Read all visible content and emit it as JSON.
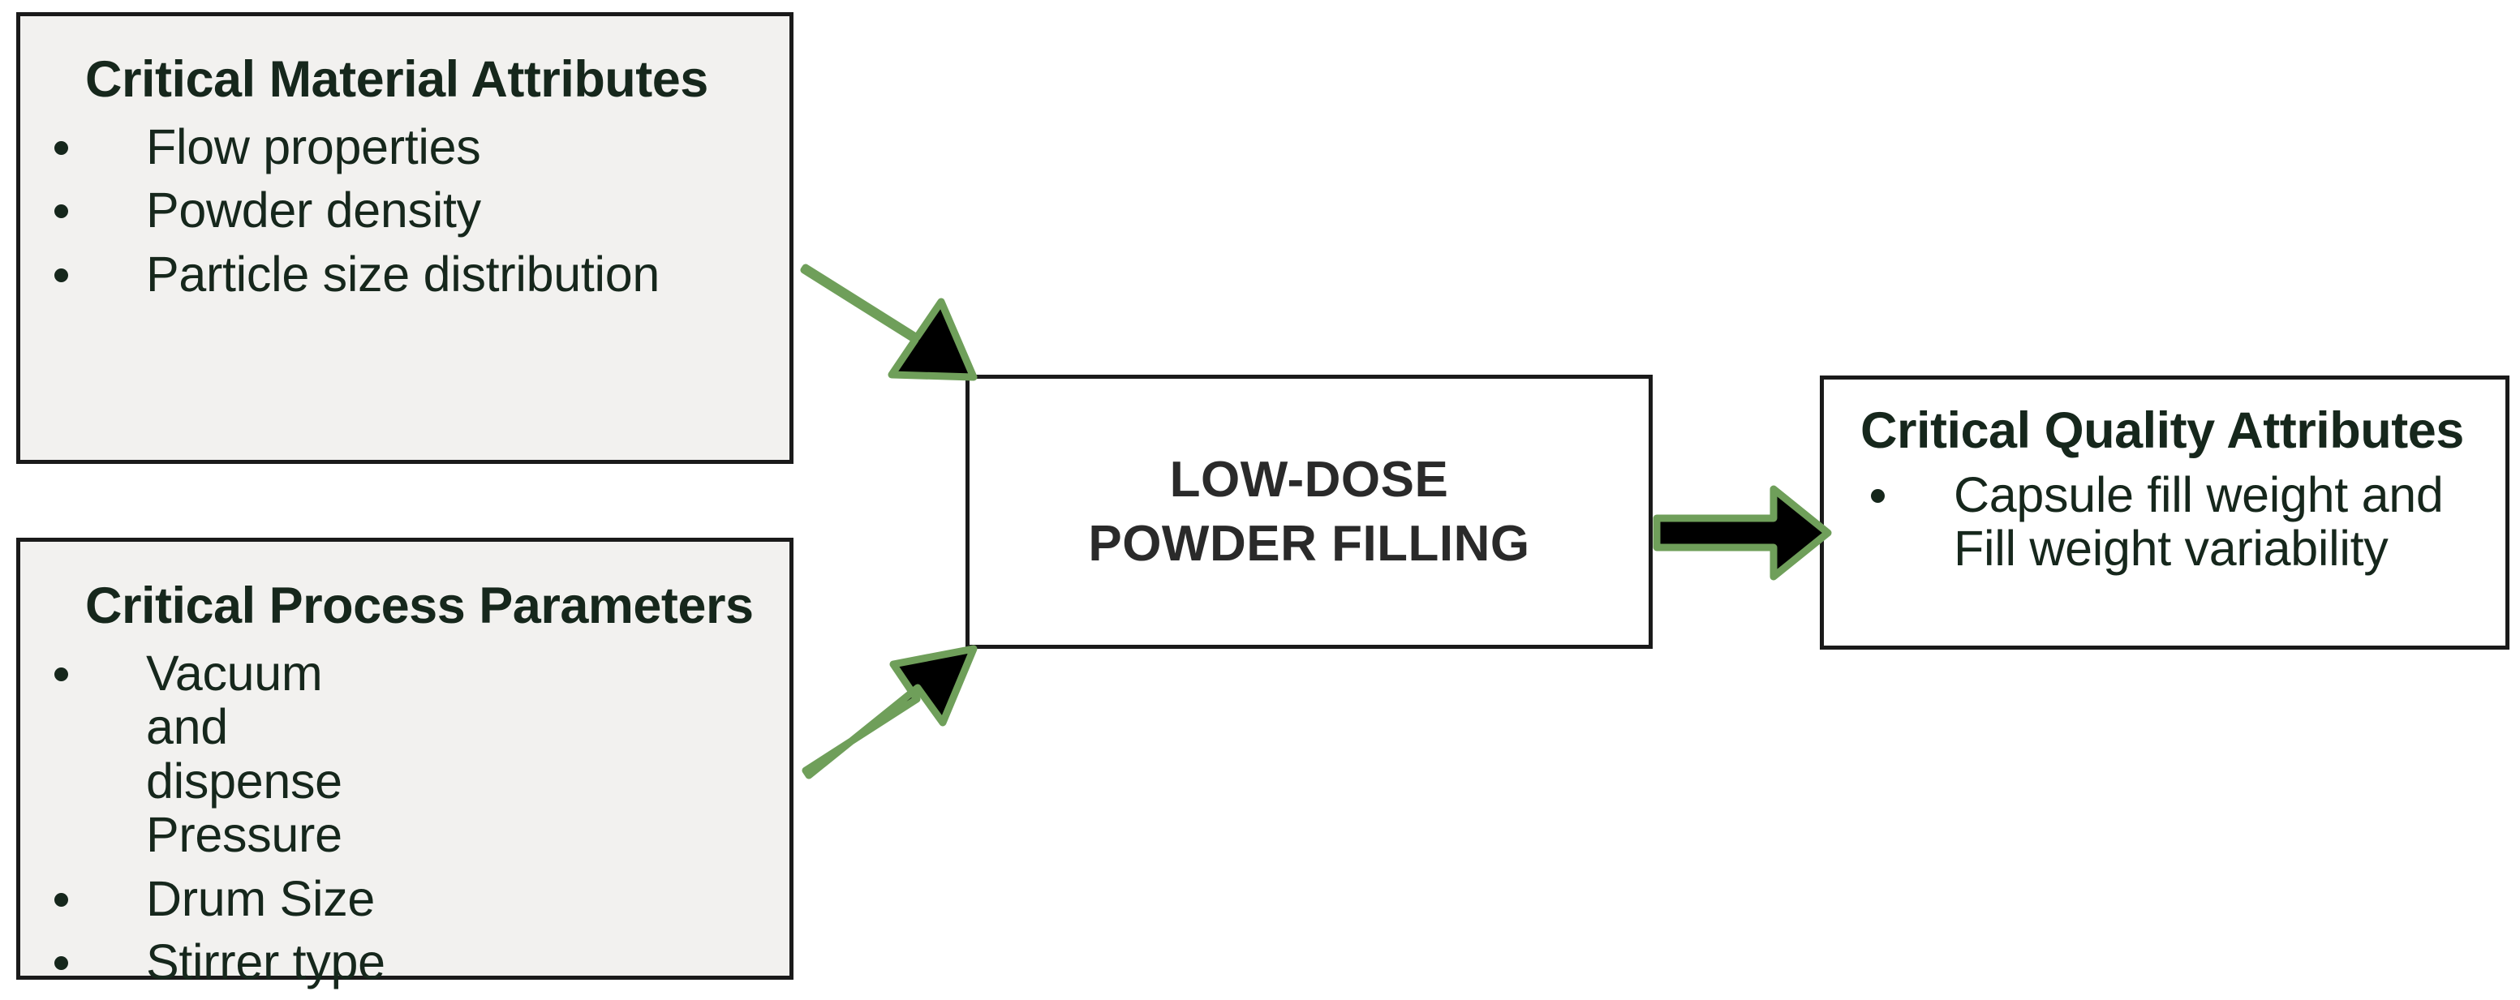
{
  "diagram": {
    "title": "Low-dose powder filling fishbone / input-output diagram",
    "colors": {
      "box_fill_gray": "#f2f1ef",
      "box_fill_white": "#ffffff",
      "box_border": "#1a1a1a",
      "text_dark": "#16271c",
      "process_text": "#2a2a2a",
      "arrow_fill": "#000000",
      "arrow_outline": "#6f9f5a"
    },
    "nodes": {
      "critical_material_attributes": {
        "title": "Critical Material Attributes",
        "items": [
          "Flow properties",
          "Powder density",
          "Particle size distribution"
        ]
      },
      "critical_process_parameters": {
        "title": "Critical Process Parameters",
        "items": [
          "Vacuum and dispense Pressure",
          "Drum Size",
          "Stirrer type"
        ]
      },
      "process": {
        "line1": "LOW-DOSE",
        "line2": "POWDER FILLING"
      },
      "critical_quality_attributes": {
        "title": "Critical Quality Attributes",
        "items": [
          "Capsule fill weight and Fill weight variability"
        ]
      }
    },
    "arrows": [
      {
        "name": "cma-to-process",
        "from": "critical_material_attributes",
        "to": "process",
        "direction": "down-right"
      },
      {
        "name": "cpp-to-process",
        "from": "critical_process_parameters",
        "to": "process",
        "direction": "up-right"
      },
      {
        "name": "process-to-cqa",
        "from": "process",
        "to": "critical_quality_attributes",
        "direction": "right"
      }
    ]
  }
}
